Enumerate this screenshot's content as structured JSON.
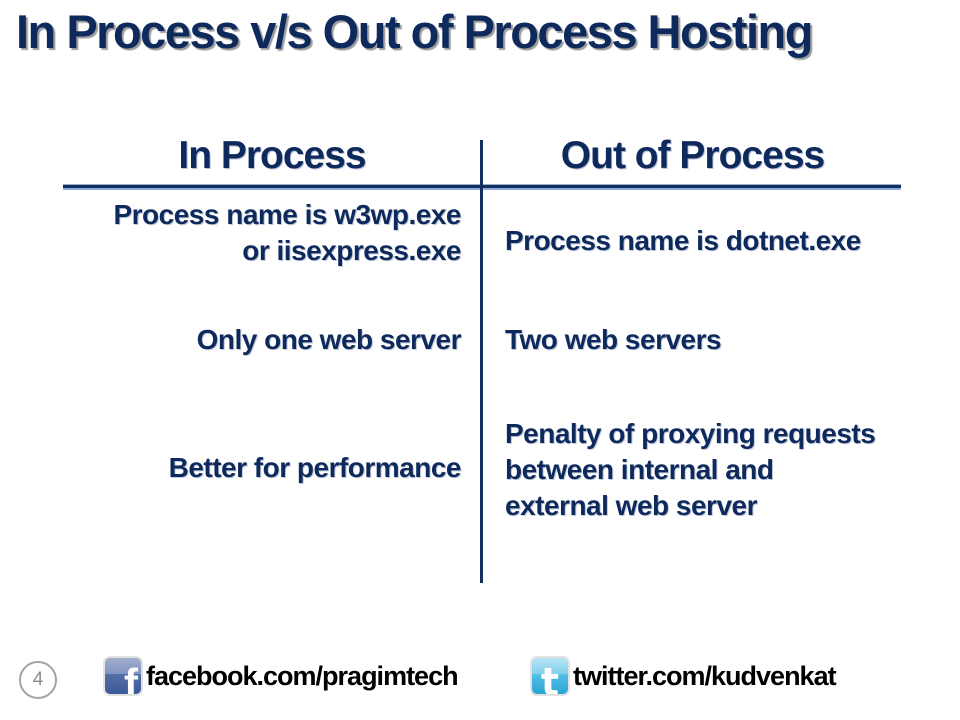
{
  "slide": {
    "title": "In Process v/s Out of Process Hosting",
    "page_number": "4"
  },
  "table": {
    "headers": {
      "left": "In Process",
      "right": "Out of Process"
    },
    "rows": [
      {
        "left": [
          "Process name is w3wp.exe",
          "or iisexpress.exe"
        ],
        "right": [
          "Process name is dotnet.exe"
        ]
      },
      {
        "left": [
          "Only one web server"
        ],
        "right": [
          "Two web servers"
        ]
      },
      {
        "left": [
          "Better for performance"
        ],
        "right": [
          "Penalty of proxying requests",
          "between internal and",
          "external web server"
        ]
      }
    ]
  },
  "footer": {
    "facebook_icon": "facebook-icon",
    "facebook_glyph": "f",
    "facebook_link": "facebook.com/pragimtech",
    "twitter_icon": "twitter-icon",
    "twitter_glyph": "t",
    "twitter_link": "twitter.com/kudvenkat"
  },
  "colors": {
    "navy_text": "#0E2A5C",
    "rule_navy": "#12305E",
    "rule_light_blue": "#8EA9DB",
    "facebook_blue": "#3b5998",
    "twitter_blue": "#2aa5d3",
    "footer_text": "#000000",
    "badge_gray": "#a3a3a3"
  }
}
